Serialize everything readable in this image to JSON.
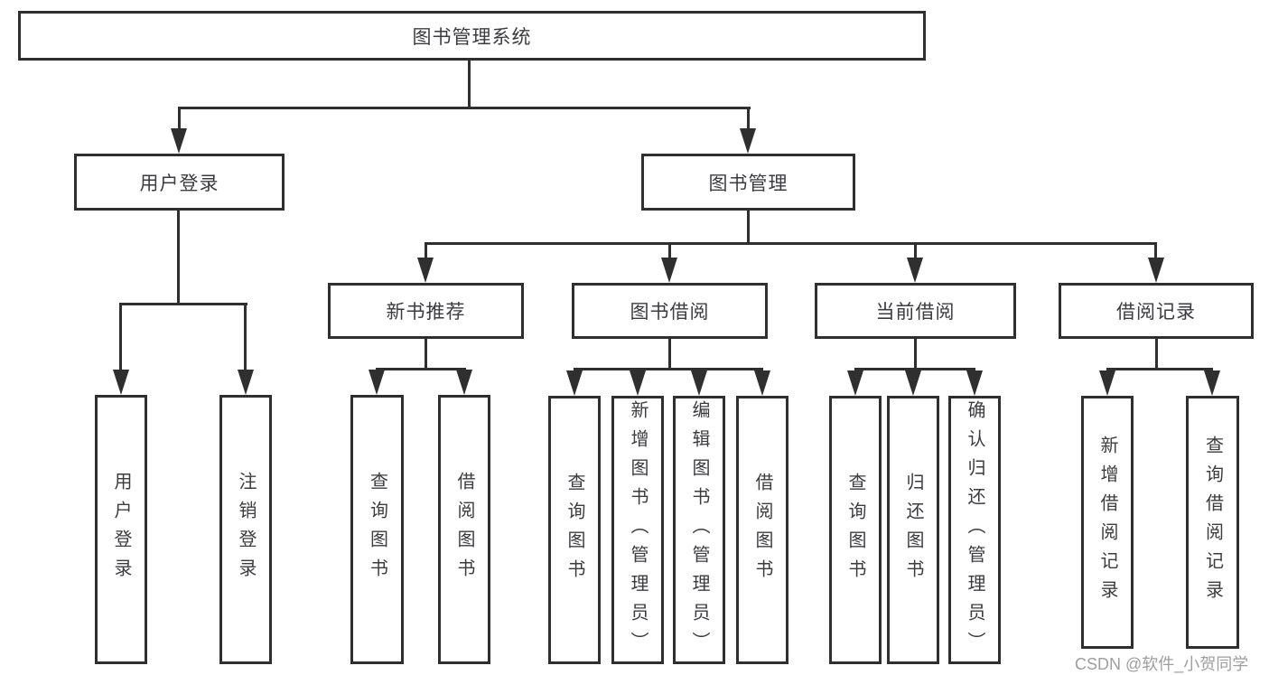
{
  "root": {
    "label": "图书管理系统"
  },
  "level2": [
    {
      "label": "用户登录"
    },
    {
      "label": "图书管理"
    }
  ],
  "login_children": [
    "用户登录",
    "注销登录"
  ],
  "modules": [
    {
      "label": "新书推荐",
      "children": [
        "查询图书",
        "借阅图书"
      ]
    },
    {
      "label": "图书借阅",
      "children": [
        "查询图书",
        "新增图书（管理员）",
        "编辑图书（管理员）",
        "借阅图书"
      ]
    },
    {
      "label": "当前借阅",
      "children": [
        "查询图书",
        "归还图书",
        "确认归还（管理员）"
      ]
    },
    {
      "label": "借阅记录",
      "children": [
        "新增借阅记录",
        "查询借阅记录"
      ]
    }
  ],
  "watermark": "CSDN @软件_小贺同学",
  "colors": {
    "line": "#2f2f2f",
    "text": "#3c3c40",
    "watermark": "#9e9e9e",
    "background": "#ffffff"
  }
}
